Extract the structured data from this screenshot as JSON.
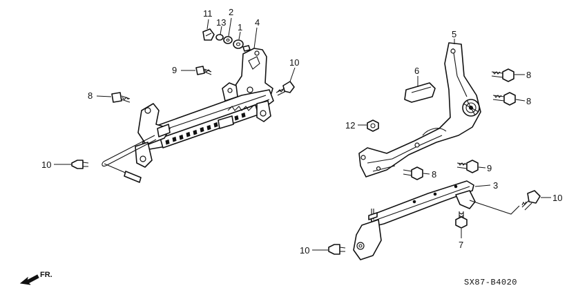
{
  "diagram_code": "SX87-B4020",
  "direction_label": "FR.",
  "callouts": [
    {
      "id": "label-11-top",
      "text": "11"
    },
    {
      "id": "label-2-top",
      "text": "2"
    },
    {
      "id": "label-13-top",
      "text": "13"
    },
    {
      "id": "label-1-top",
      "text": "1"
    },
    {
      "id": "label-4",
      "text": "4"
    },
    {
      "id": "label-9-left",
      "text": "9"
    },
    {
      "id": "label-10-left-top",
      "text": "10"
    },
    {
      "id": "label-8-left",
      "text": "8"
    },
    {
      "id": "label-10-left-bottom",
      "text": "10"
    },
    {
      "id": "label-5",
      "text": "5"
    },
    {
      "id": "label-6",
      "text": "6"
    },
    {
      "id": "label-8-right-top",
      "text": "8"
    },
    {
      "id": "label-8-right-mid",
      "text": "8"
    },
    {
      "id": "label-12",
      "text": "12"
    },
    {
      "id": "label-9-right",
      "text": "9"
    },
    {
      "id": "label-8-right-bottom",
      "text": "8"
    },
    {
      "id": "label-3",
      "text": "3"
    },
    {
      "id": "label-10-right",
      "text": "10"
    },
    {
      "id": "label-7",
      "text": "7"
    },
    {
      "id": "label-10-bottom",
      "text": "10"
    }
  ]
}
